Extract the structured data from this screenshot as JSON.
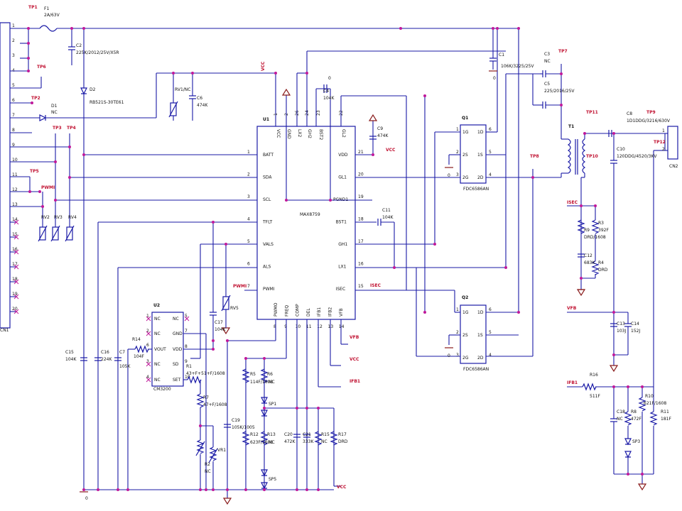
{
  "ic": {
    "u1_ref": "U1",
    "u1_name": "MAX8759",
    "u1_left_pins": [
      "VCC",
      "GND",
      "LX2",
      "GH2",
      "BST2",
      "GL2"
    ],
    "u1_top_nums": [
      "1",
      "2",
      "26",
      "24",
      "23",
      "22"
    ],
    "u1_right": [
      {
        "num": "21",
        "name": "VDD",
        "net": "VCC"
      },
      {
        "num": "20",
        "name": "GL1",
        "net": ""
      },
      {
        "num": "19",
        "name": "PGND1",
        "net": ""
      },
      {
        "num": "18",
        "name": "BST1",
        "net": ""
      },
      {
        "num": "17",
        "name": "GH1",
        "net": ""
      },
      {
        "num": "16",
        "name": "LX1",
        "net": ""
      },
      {
        "num": "15",
        "name": "ISEC",
        "net": "ISEC"
      }
    ],
    "u1_left": [
      {
        "num": "1",
        "name": "BATT"
      },
      {
        "num": "2",
        "name": "SDA"
      },
      {
        "num": "3",
        "name": "SCL"
      },
      {
        "num": "4",
        "name": "TFLT"
      },
      {
        "num": "5",
        "name": "VALS"
      },
      {
        "num": "6",
        "name": "ALS"
      },
      {
        "num": "7",
        "name": "PWMI"
      }
    ],
    "u1_bottom": [
      {
        "num": "8",
        "name": "PWMO"
      },
      {
        "num": "9",
        "name": "FREQ"
      },
      {
        "num": "10",
        "name": "COMP"
      },
      {
        "num": "11",
        "name": "DEL"
      },
      {
        "num": "12",
        "name": "IFB1"
      },
      {
        "num": "13",
        "name": "IFB2"
      },
      {
        "num": "14",
        "name": "VFB"
      }
    ],
    "u2_ref": "U2",
    "u2_name": "CM3200",
    "u2_left": [
      {
        "num": "1",
        "name": "NC"
      },
      {
        "num": "2",
        "name": "NC"
      },
      {
        "num": "3",
        "name": "NC"
      },
      {
        "num": "4",
        "name": "NC"
      }
    ],
    "u2_right": [
      {
        "num": "5",
        "name": "NC"
      },
      {
        "num": "7",
        "name": "GND"
      },
      {
        "num": "8",
        "name": "VDD"
      },
      {
        "num": "9",
        "name": "SD"
      },
      {
        "num": "10",
        "name": "SET"
      }
    ],
    "u2_mid": [
      {
        "num": "6",
        "name": "VOUT"
      }
    ],
    "q1_ref": "Q1",
    "q1_name": "FDC6586AN",
    "q2_ref": "Q2",
    "q2_name": "FDC6586AN",
    "q_pins_left": [
      "1G",
      "2S",
      "2G"
    ],
    "q_pins_right": [
      "1D",
      "1S",
      "2D"
    ],
    "q_nums_left": [
      "1",
      "2",
      "3"
    ],
    "q_nums_right": [
      "6",
      "5",
      "4"
    ]
  },
  "connector": {
    "ref": "CN1",
    "pins": [
      "1",
      "2",
      "3",
      "4",
      "5",
      "6",
      "7",
      "8",
      "9",
      "10",
      "11",
      "12",
      "13",
      "14",
      "15",
      "16",
      "17",
      "18",
      "19",
      "20"
    ],
    "out_ref": "CN2",
    "out_pins": [
      "1",
      "2"
    ]
  },
  "test_points": {
    "tp1": "TP1",
    "tp6": "TP6",
    "tp2": "TP2",
    "tp3": "TP3",
    "tp4": "TP4",
    "tp5": "TP5",
    "tp7": "TP7",
    "tp8": "TP8",
    "tp9": "TP9",
    "tp10": "TP10",
    "tp11": "TP11",
    "tp12": "TP12"
  },
  "nets": {
    "vcc": "VCC",
    "pwmi": "PWMI",
    "isec": "ISEC",
    "vfb": "VFB",
    "ifb1": "IFB1",
    "vcc_out": "VCC",
    "vfb_out": "VFB",
    "ifb1_out": "IFB1",
    "vcc_bot": "VCC",
    "isec_out": "ISEC"
  },
  "parts": {
    "f1": "F1",
    "f1_val": "2A/63V",
    "c2": "C2",
    "c2_val": "225K/2012/25V/X5R",
    "d2": "D2",
    "d2_val": "RB521S-30TE61",
    "d1": "D1",
    "d1_val": "NC",
    "rv1": "RV1/NC",
    "c6": "C6",
    "c6_val": "474K",
    "rv2": "RV2",
    "rv3": "RV3",
    "rv4": "RV4",
    "c4": "C4",
    "c4_val": "104K",
    "c1": "C1",
    "c1_val": "106K/3225/25V",
    "c3": "C3",
    "c3_val": "NC",
    "c5": "C5",
    "c5_val": "225/2016/25V",
    "c9": "C9",
    "c9_val": "474K",
    "c11": "C11",
    "c11_val": "104K",
    "c8": "C8",
    "c8_val": "1D1DDG/3216/630V",
    "c10": "C10",
    "c10_val": "120DDG/4520/3KV",
    "t1": "T1",
    "r3": "R3",
    "r3_val": "392F",
    "r9": "R9",
    "r9_val": "DRD/1608",
    "c12": "C12",
    "c12_val": "683K",
    "r4": "R4",
    "r4_val": "DRD",
    "c13": "C13",
    "c13_val": "103J",
    "c14": "C14",
    "c14_val": "152J",
    "c17": "C17",
    "c17_val": "104K",
    "rv5": "RV5",
    "r14": "R14",
    "r14_val": "104F",
    "c15": "C15",
    "c15_val": "104K",
    "c16": "C16",
    "c16_val": "224K",
    "c7": "C7",
    "c7_val": "105K",
    "r1": "R1",
    "r1_val": "43+F+51+F/1608",
    "r7": "R7",
    "r7_val": "47+F/1608",
    "r2": "R2",
    "r2_val": "NC",
    "vr1": "VR1",
    "c19": "C19",
    "c19_val": "105K/1005",
    "r5": "R5",
    "r5_val": "114F/1608",
    "r6": "R6",
    "r6_val": "NC",
    "sp1": "SP1",
    "sp5": "SP5",
    "r12": "R12",
    "r12_val": "623F/1608",
    "r13": "R13",
    "r13_val": "NC",
    "c20": "C20",
    "c20_val": "472K",
    "c21": "C21",
    "c21_val": "333K",
    "r15": "R15",
    "r15_val": "NC",
    "r17": "R17",
    "r17_val": "DRD",
    "r16": "R16",
    "r16_val": "511F",
    "c18": "C18",
    "c18_val": "NC",
    "r8": "R8",
    "r8_val": "472F",
    "r10": "R10",
    "r10_val": "621F/1608",
    "r11": "R11",
    "r11_val": "181F",
    "sp3": "SP3",
    "gnd_zero": "0"
  },
  "colors": {
    "wire": "#1a1aa6",
    "junction": "#c0189a",
    "label": "#c01030",
    "ground": "#8a1c1c"
  }
}
